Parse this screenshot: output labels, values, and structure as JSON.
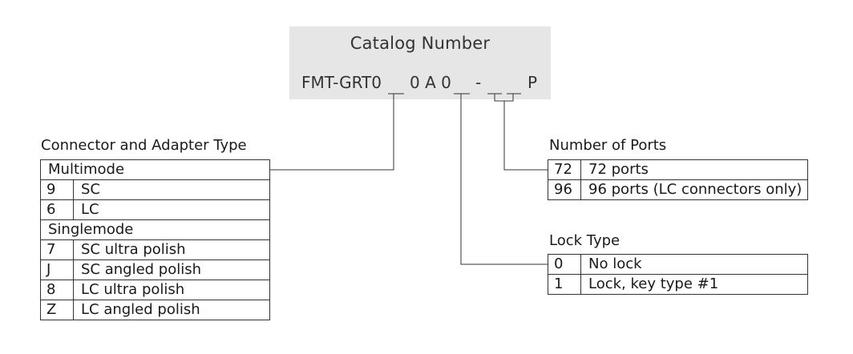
{
  "catalog": {
    "title": "Catalog Number",
    "prefix": "FMT-GRT0",
    "middle": "0 A 0",
    "dash": "-",
    "suffix": "P"
  },
  "connector_type": {
    "title": "Connector and Adapter Type",
    "multimode_label": "Multimode",
    "multimode": [
      {
        "code": "9",
        "label": "SC"
      },
      {
        "code": "6",
        "label": "LC"
      }
    ],
    "singlemode_label": "Singlemode",
    "singlemode": [
      {
        "code": "7",
        "label": "SC ultra polish"
      },
      {
        "code": "J",
        "label": "SC angled polish"
      },
      {
        "code": "8",
        "label": "LC ultra polish"
      },
      {
        "code": "Z",
        "label": "LC angled polish"
      }
    ]
  },
  "ports": {
    "title": "Number of Ports",
    "rows": [
      {
        "code": "72",
        "label": "72 ports"
      },
      {
        "code": "96",
        "label": "96 ports (LC connectors only)"
      }
    ]
  },
  "lock": {
    "title": "Lock Type",
    "rows": [
      {
        "code": "0",
        "label": "No lock"
      },
      {
        "code": "1",
        "label": "Lock, key type #1"
      }
    ]
  }
}
